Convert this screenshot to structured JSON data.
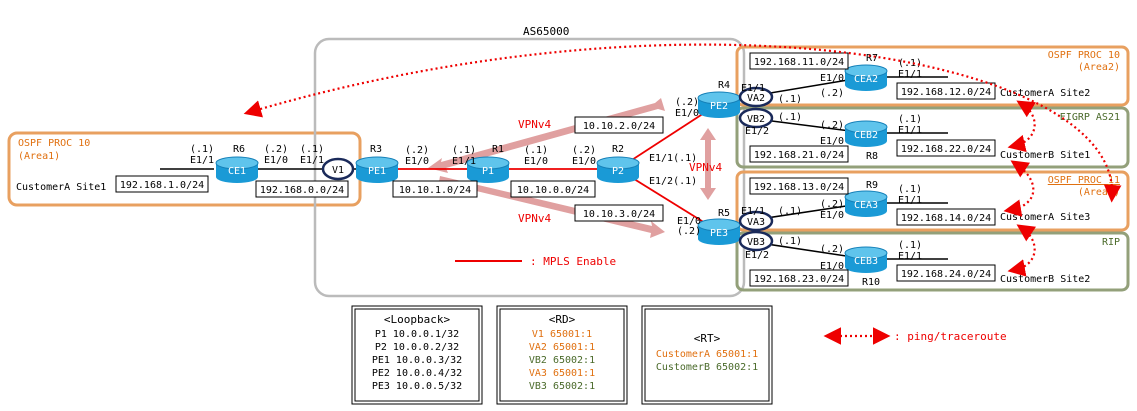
{
  "as_label": "AS65000",
  "colors": {
    "ospf": "#e8a060",
    "ospf_text": "#e07010",
    "eigrp": "#93a07a",
    "eigrp_text": "#4a6a2a",
    "mpls": "#ee0000",
    "router_body": "#1a9ad6",
    "router_top": "#5fc4ec",
    "vrf": "#1a2a5a",
    "vpn_arrow": "#e0a0a0",
    "ping": "#ee0000"
  },
  "areas": {
    "ospf_site1": {
      "title": "OSPF PROC 10",
      "sub": "(Area1)"
    },
    "ospf_site2": {
      "title": "OSPF PROC 10",
      "sub": "(Area2)"
    },
    "eigrp": {
      "title": "EIGRP AS21"
    },
    "ospf_site3": {
      "title": "OSPF PROC 11",
      "sub": "(Area3)"
    },
    "rip": {
      "title": "RIP"
    }
  },
  "routers": {
    "CE1": {
      "label": "CE1",
      "name": "R6"
    },
    "PE1": {
      "label": "PE1",
      "name": "R3"
    },
    "P1": {
      "label": "P1",
      "name": "R1"
    },
    "P2": {
      "label": "P2",
      "name": "R2"
    },
    "PE2": {
      "label": "PE2",
      "name": "R4"
    },
    "PE3": {
      "label": "PE3",
      "name": "R5"
    },
    "CEA2": {
      "label": "CEA2",
      "name": "R7"
    },
    "CEB2": {
      "label": "CEB2",
      "name": "R8"
    },
    "CEA3": {
      "label": "CEA3",
      "name": "R9"
    },
    "CEB3": {
      "label": "CEB3",
      "name": "R10"
    }
  },
  "vrfs": {
    "V1": "V1",
    "VA2": "VA2",
    "VB2": "VB2",
    "VA3": "VA3",
    "VB3": "VB3"
  },
  "subnets": {
    "s192_1": "192.168.1.0/24",
    "s192_0": "192.168.0.0/24",
    "s10_1": "10.10.1.0/24",
    "s10_0": "10.10.0.0/24",
    "s10_2": "10.10.2.0/24",
    "s10_3": "10.10.3.0/24",
    "s192_11": "192.168.11.0/24",
    "s192_12": "192.168.12.0/24",
    "s192_21": "192.168.21.0/24",
    "s192_22": "192.168.22.0/24",
    "s192_13": "192.168.13.0/24",
    "s192_14": "192.168.14.0/24",
    "s192_23": "192.168.23.0/24",
    "s192_24": "192.168.24.0/24"
  },
  "sites": {
    "A1": "CustomerA Site1",
    "A2": "CustomerA Site2",
    "B1": "CustomerB Site1",
    "A3": "CustomerA Site3",
    "B2": "CustomerB Site2"
  },
  "ifaces": {
    "ce1_e11": "E1/1",
    "ce1_e10": "E1/0",
    "pe1_e11": "E1/1",
    "pe1_e10": "E1/0",
    "p1_e11": "E1/1",
    "p1_e10": "E1/0",
    "p2_e10": "E1/0",
    "p2_e111": "E1/1(.1)",
    "p2_e121": "E1/2(.1)",
    "pe2_e10": "E1/0",
    "pe2_e11": "E1/1",
    "pe2_e12": "E1/2",
    "pe3_e10": "E1/0",
    "pe3_e11": "E1/1",
    "pe3_e12": "E1/2",
    "cea2_e10": "E1/0",
    "cea2_e11": "E1/1",
    "ceb2_e10": "E1/0",
    "ceb2_e11": "E1/1",
    "cea3_e10": "E1/0",
    "cea3_e11": "E1/1",
    "ceb3_e10": "E1/0",
    "ceb3_e11": "E1/1"
  },
  "hosts": {
    "h1": "(.1)",
    "h2": "(.2)"
  },
  "vpnv4": "VPNv4",
  "mpls_legend": ": MPLS Enable",
  "ping_legend": ": ping/traceroute",
  "loopback": {
    "title": "<Loopback>",
    "rows": [
      "P1 10.0.0.1/32",
      "P2 10.0.0.2/32",
      "PE1 10.0.0.3/32",
      "PE2 10.0.0.4/32",
      "PE3 10.0.0.5/32"
    ]
  },
  "rd": {
    "title": "<RD>",
    "rows": [
      "V1 65001:1",
      "VA2 65001:1",
      "VB2 65002:1",
      "VA3 65001:1",
      "VB3 65002:1"
    ]
  },
  "rt": {
    "title": "<RT>",
    "rows": [
      "CustomerA 65001:1",
      "CustomerB 65002:1"
    ]
  }
}
